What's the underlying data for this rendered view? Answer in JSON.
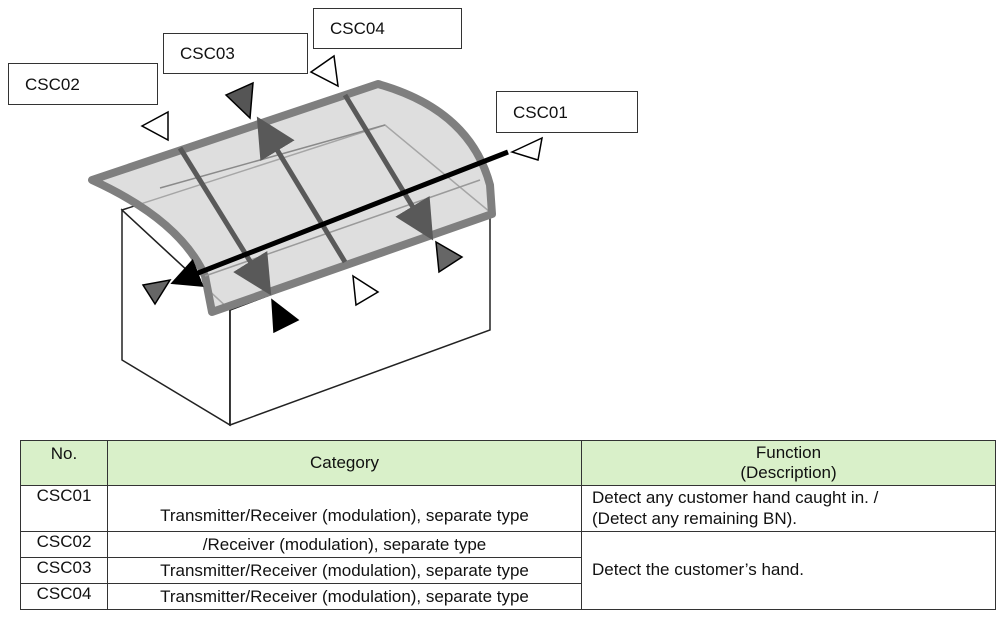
{
  "diagram": {
    "labels": {
      "csc01": "CSC01",
      "csc02": "CSC02",
      "csc03": "CSC03",
      "csc04": "CSC04"
    },
    "colors": {
      "canopy_fill": "#d3d3d3",
      "canopy_border": "#7f7f7f",
      "arrow_gray": "#595959",
      "arrow_black": "#000000"
    }
  },
  "table": {
    "headers": {
      "no": "No.",
      "category": "Category",
      "function_line1": "Function",
      "function_line2": "(Description)"
    },
    "rows": [
      {
        "no": "CSC01",
        "category": "Transmitter/Receiver (modulation), separate type",
        "function_line1": "Detect any customer hand caught in. /",
        "function_line2": "(Detect any remaining BN)."
      },
      {
        "no": "CSC02",
        "category": "/Receiver (modulation), separate type"
      },
      {
        "no": "CSC03",
        "category": "Transmitter/Receiver (modulation), separate type"
      },
      {
        "no": "CSC04",
        "category": "Transmitter/Receiver (modulation), separate type"
      }
    ],
    "shared_function": "Detect the customer’s hand.",
    "header_color": "#d9f0c9"
  }
}
